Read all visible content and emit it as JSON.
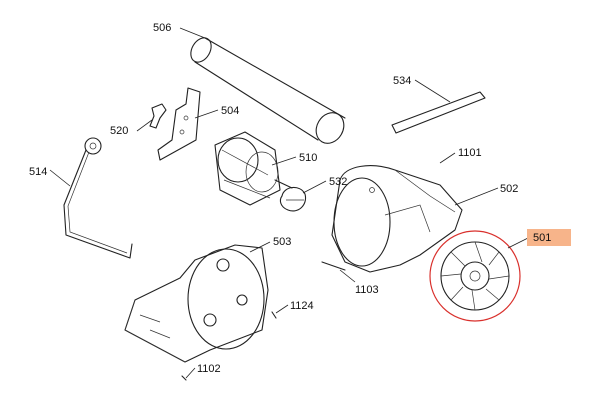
{
  "labels": {
    "p506": "506",
    "p534": "534",
    "p504": "504",
    "p520": "520",
    "p514": "514",
    "p510": "510",
    "p1101": "1101",
    "p532": "532",
    "p502": "502",
    "p501": "501",
    "p503": "503",
    "p1103": "1103",
    "p1124": "1124",
    "p1102": "1102"
  },
  "colors": {
    "highlight_box": "#f7b48a",
    "callout_circle": "#d9302c",
    "line": "#222222"
  }
}
